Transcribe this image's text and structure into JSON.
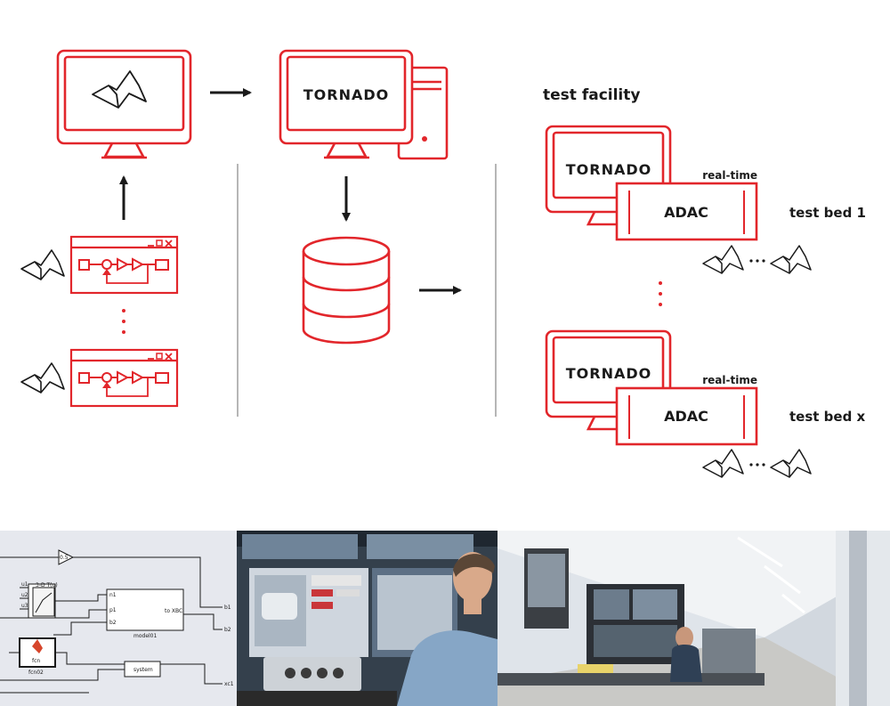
{
  "diagram": {
    "pc_label": "TORNADO",
    "facility_title": "test facility",
    "test_beds": [
      {
        "host_label": "TORNADO",
        "rt_tag": "real-time",
        "box_label": "ADAC",
        "bed_label": "test bed 1"
      },
      {
        "host_label": "TORNADO",
        "rt_tag": "real-time",
        "box_label": "ADAC",
        "bed_label": "test bed x"
      }
    ],
    "colors": {
      "accent": "#e2262b",
      "ink": "#1a1a1a",
      "divider": "#9e9e9e"
    }
  },
  "photos": {
    "simulink": {
      "labels": {
        "gain": "0.5",
        "lookup": "3-D T(u)",
        "model_block": "model01",
        "model_out": "to XBC",
        "fcn_block": "fcn",
        "fcn_name": "fcn02",
        "system_block": "system",
        "in1": "u1",
        "in2": "u2",
        "in3": "u3",
        "port1": "n1",
        "port2": "p1",
        "port3": "b2",
        "out1": "b1",
        "out2": "b2",
        "out3": "xc1"
      }
    }
  }
}
